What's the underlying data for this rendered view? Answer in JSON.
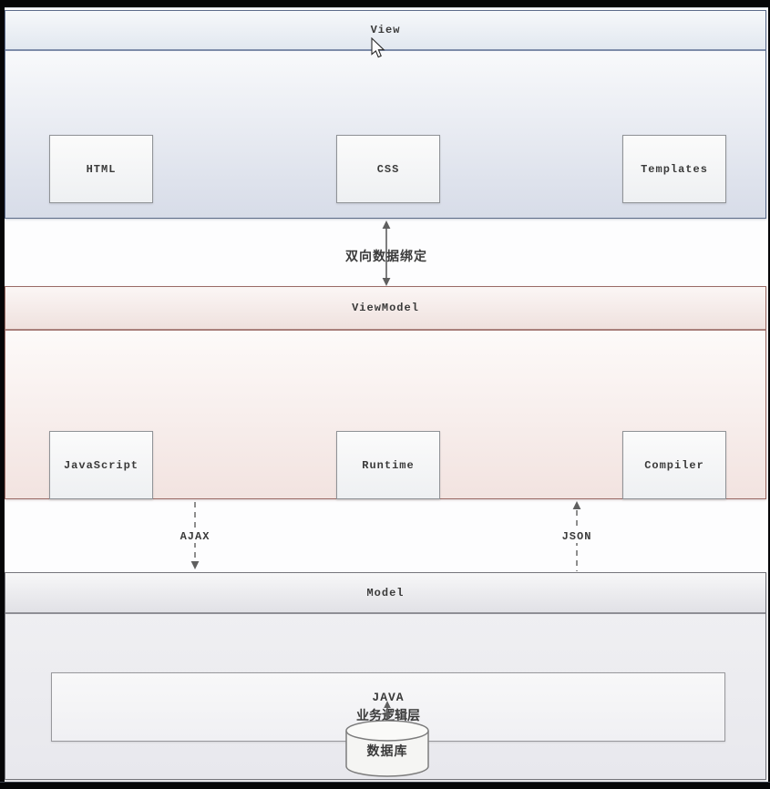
{
  "colors": {
    "view_accent": "#5d6c8a",
    "viewmodel_accent": "#9a6b66",
    "model_accent": "#76767c",
    "arrow": "#5f5f5f",
    "text": "#3a3a3a"
  },
  "view": {
    "title": "View",
    "boxes": [
      {
        "label": "HTML"
      },
      {
        "label": "CSS"
      },
      {
        "label": "Templates"
      }
    ]
  },
  "viewmodel": {
    "title": "ViewModel",
    "boxes": [
      {
        "label": "JavaScript"
      },
      {
        "label": "Runtime"
      },
      {
        "label": "Compiler"
      }
    ]
  },
  "model": {
    "title": "Model",
    "logic_box": {
      "line1": "JAVA",
      "line2": "业务逻辑层"
    },
    "database_label": "数据库"
  },
  "connections": {
    "view_viewmodel_label": "双向数据绑定",
    "ajax_label": "AJAX",
    "json_label": "JSON"
  }
}
